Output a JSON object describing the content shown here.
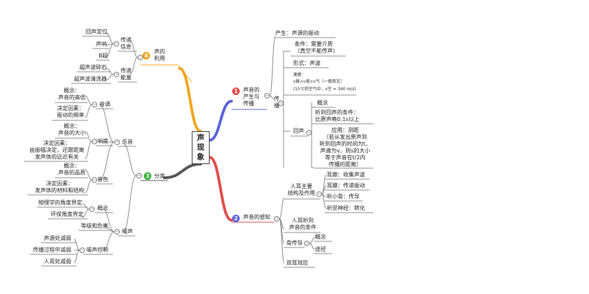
{
  "root": {
    "label": "声\n现\n象"
  },
  "colors": {
    "orange": "#f0a51c",
    "blue": "#5b63d8",
    "green": "#3bb03b",
    "red": "#e04a4a",
    "grey": "#555555"
  },
  "branches": {
    "b1": {
      "num": "1",
      "label": "声音的\n产生与\n传播",
      "produce": "产生：声源的振动",
      "spread": {
        "label": "传\n播",
        "condition": "条件：需要介质\n（真空不能传声）",
        "form": "形式：声波",
        "speed_a": "速度：",
        "speed_b": "v固>v液>v气（一般而言）",
        "speed_c": "(15℃的空气中，v空 = 340 m/s)",
        "echo": {
          "label": "回声",
          "concept": "概念",
          "cond": "听到回声的条件：\n比原声晚0.1s以上",
          "app": "应用：测距\n（若从发出原声到\n听到回声的时间为t，\n声速为v，则s的大小\n等于声音在t/2内\n传播的距离）"
        }
      }
    },
    "b2": {
      "num": "2",
      "label": "声音的感知",
      "ear": {
        "label": "人耳主要\n结构及作用",
        "items": [
          "耳廓：收集声波",
          "耳膜：传递振动",
          "听小骨：传导",
          "听觉神经：转化"
        ]
      },
      "hear": "人耳听到\n声音的条件",
      "bone": {
        "label": "骨传导",
        "items": [
          "概念",
          "途径"
        ]
      },
      "binaural": "双耳效应"
    },
    "b3": {
      "num": "3",
      "label": "分类",
      "music": {
        "label": "乐音",
        "tone": {
          "label": "音调",
          "items": [
            "概念：\n声音的高低",
            "决定因素：\n振动的频率"
          ]
        },
        "loud": {
          "label": "响度",
          "items": [
            "概念：\n声音的大小",
            "决定因素：\n由振幅决定，还跟距离\n发声体的远近有关"
          ]
        },
        "timbre": {
          "label": "音色",
          "items": [
            "概念：\n声音的品质",
            "决定因素：\n发声体的材料和结构"
          ]
        }
      },
      "noise": {
        "label": "噪声",
        "concept": {
          "label": "概念",
          "items": [
            "物理学的角度界定",
            "环保角度界定"
          ]
        },
        "level": "等级和危害",
        "control": {
          "label": "噪声控制",
          "items": [
            "声源处减弱",
            "传播过程中减弱",
            "人耳处减弱"
          ]
        }
      }
    },
    "b4": {
      "num": "4",
      "label": "声的\n利用",
      "info": {
        "label": "传递\n信息",
        "items": [
          "回声定位",
          "声呐",
          "B超"
        ]
      },
      "energy": {
        "label": "传递\n能量",
        "items": [
          "超声波碎石",
          "超声波清洗器"
        ]
      }
    }
  }
}
